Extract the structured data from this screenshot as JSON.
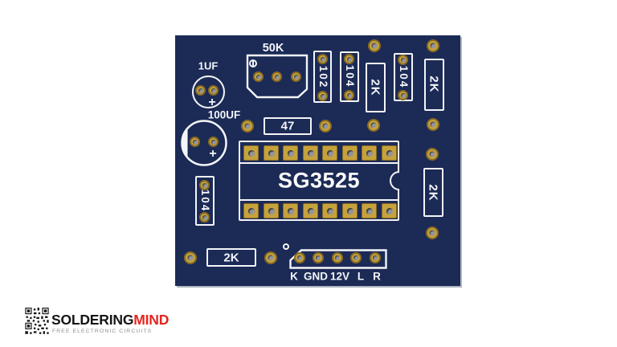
{
  "colors": {
    "board_blue": "#1c2a56",
    "silkscreen_white": "#f3f5f8",
    "pad_gold": "#c6a23c",
    "logo_red": "#e4251f",
    "logo_black": "#151515",
    "logo_gray": "#8d8d8d"
  },
  "pcb": {
    "cap_1uf": {
      "label": "1UF",
      "polarity_mark": "+"
    },
    "cap_100uf": {
      "label": "100UF",
      "polarity_mark": "+"
    },
    "pot_50k": {
      "label": "50K"
    },
    "res_102": {
      "label": "102"
    },
    "res_104_top_left": {
      "label": "104"
    },
    "res_2k_top_left": {
      "label": "2K"
    },
    "res_104_top_right": {
      "label": "104"
    },
    "res_2k_top_right": {
      "label": "2K"
    },
    "res_47": {
      "label": "47"
    },
    "res_104_side": {
      "label": "104"
    },
    "res_2k_right": {
      "label": "2K"
    },
    "res_2k_bottom": {
      "label": "2K"
    },
    "ic": {
      "label": "SG3525"
    },
    "connector": {
      "pins": [
        "K",
        "GND",
        "12V",
        "L",
        "R"
      ]
    }
  },
  "logo": {
    "brand_part1": "SOLDERING",
    "brand_part2": "MIND",
    "tagline": "FREE ELECTRONIC CIRCUITS"
  }
}
